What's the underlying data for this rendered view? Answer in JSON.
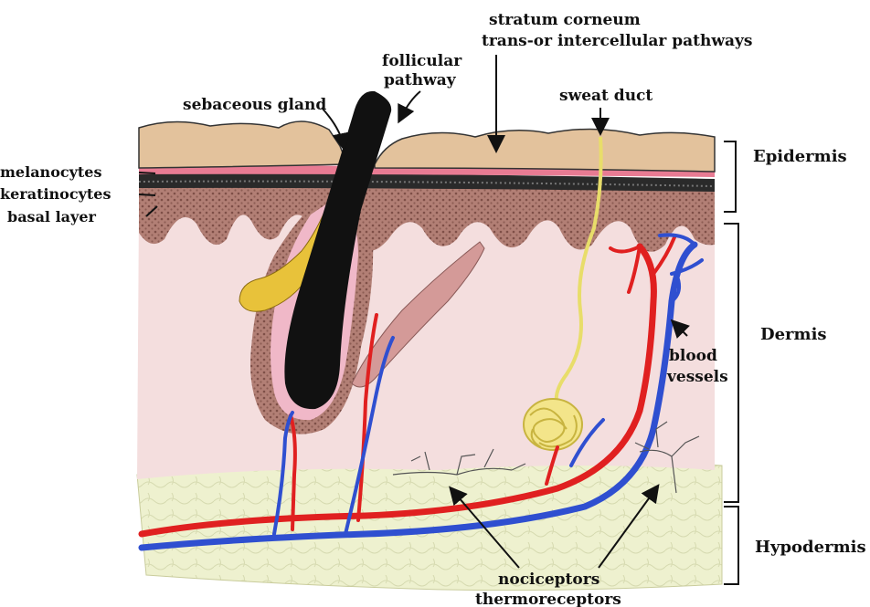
{
  "labels": {
    "stratum_corneum_line1": "stratum corneum",
    "stratum_corneum_line2": "trans-or intercellular pathways",
    "follicular_line1": "follicular",
    "follicular_line2": "pathway",
    "sebaceous_gland": "sebaceous gland",
    "sweat_duct": "sweat duct",
    "melanocytes": "melanocytes",
    "keratinocytes": "keratinocytes",
    "basal_layer": "basal layer",
    "epidermis": "Epidermis",
    "dermis": "Dermis",
    "hypodermis": "Hypodermis",
    "blood_vessels_line1": "blood",
    "blood_vessels_line2": "vessels",
    "receptors_line1": "nociceptors",
    "receptors_line2": "thermoreceptors"
  },
  "colors": {
    "stratum_corneum": "#e3c29c",
    "pink_layer": "#e87b93",
    "dark_layer": "#2a2a2a",
    "dermal_papillae": "#a9746b",
    "dermis": "#f4dede",
    "hypodermis": "#edf0cc",
    "hair": "#111111",
    "follicle_sheath": "#f0b8c8",
    "sebaceous_gland": "#e8c23a",
    "sweat_gland": "#f3e58a",
    "artery": "#e02020",
    "vein": "#2f4fd0",
    "nerve": "#555555",
    "muscle": "#d49a98"
  }
}
